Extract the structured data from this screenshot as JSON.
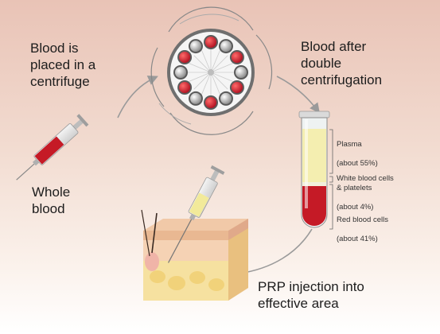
{
  "labels": {
    "step_centrifuge": "Blood is\nplaced in a\ncentrifuge",
    "step_double": "Blood after\ndouble\ncentrifugation",
    "step_whole": "Whole\nblood",
    "step_injection": "PRP injection into\neffective area"
  },
  "layers": [
    {
      "name": "Plasma",
      "share": "(about 55%)"
    },
    {
      "name": "White blood cells\n& platelets",
      "share": "(about 4%)"
    },
    {
      "name": "Red blood cells",
      "share": "(about 41%)"
    }
  ],
  "layer_fractions": [
    0.55,
    0.04,
    0.41
  ],
  "colors": {
    "plasma": "#f4eeb0",
    "buffy": "#f2f0dc",
    "red": "#c51a26",
    "arrow": "#9a9a9a",
    "skin": "#f1c9a8"
  }
}
